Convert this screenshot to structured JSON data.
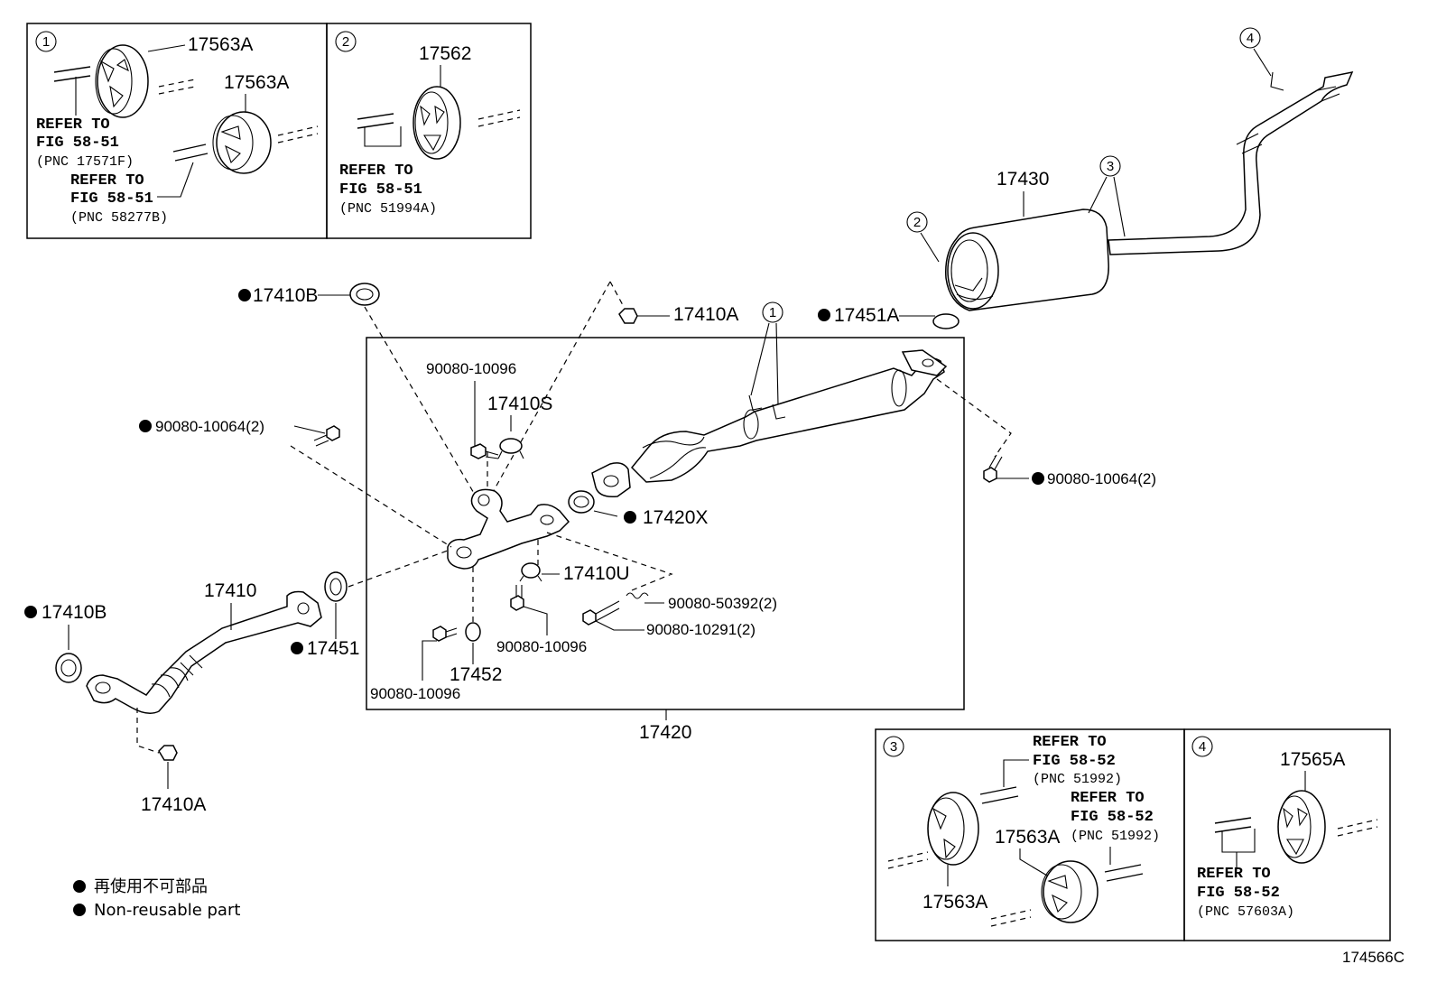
{
  "diagram_id": "174566C",
  "legend": {
    "line1": "再使用不可部品",
    "line2": "Non-reusable part"
  },
  "insets": {
    "inset1": {
      "num": "1",
      "part_a": "17563A",
      "part_b": "17563A",
      "ref1_line1": "REFER TO",
      "ref1_line2": "FIG 58-51",
      "ref1_pnc": "(PNC 17571F)",
      "ref2_line1": "REFER TO",
      "ref2_line2": "FIG 58-51",
      "ref2_pnc": "(PNC 58277B)"
    },
    "inset2": {
      "num": "2",
      "part": "17562",
      "ref_line1": "REFER TO",
      "ref_line2": "FIG 58-51",
      "ref_pnc": "(PNC 51994A)"
    },
    "inset3": {
      "num": "3",
      "part_a": "17563A",
      "part_b": "17563A",
      "ref1_line1": "REFER TO",
      "ref1_line2": "FIG 58-52",
      "ref1_pnc": "(PNC 51992)",
      "ref2_line1": "REFER TO",
      "ref2_line2": "FIG 58-52",
      "ref2_pnc": "(PNC 51992)"
    },
    "inset4": {
      "num": "4",
      "part": "17565A",
      "ref_line1": "REFER TO",
      "ref_line2": "FIG 58-52",
      "ref_pnc": "(PNC 57603A)"
    }
  },
  "callouts": {
    "c1": "1",
    "c2": "2",
    "c3": "3",
    "c4": "4"
  },
  "parts": {
    "p17430": "17430",
    "p17410B_top": "17410B",
    "p17410A_top": "17410A",
    "p17451A": "17451A",
    "p90080_10096_a": "90080-10096",
    "p17410S": "17410S",
    "p90080_10064_left": "90080-10064(2)",
    "p90080_10064_right": "90080-10064(2)",
    "p17420X": "17420X",
    "p17410U": "17410U",
    "p90080_50392": "90080-50392(2)",
    "p90080_10291": "90080-10291(2)",
    "p90080_10096_b": "90080-10096",
    "p90080_10096_c": "90080-10096",
    "p17452": "17452",
    "p17410": "17410",
    "p17410B_left": "17410B",
    "p17451": "17451",
    "p17420": "17420",
    "p17410A_bottom": "17410A"
  }
}
